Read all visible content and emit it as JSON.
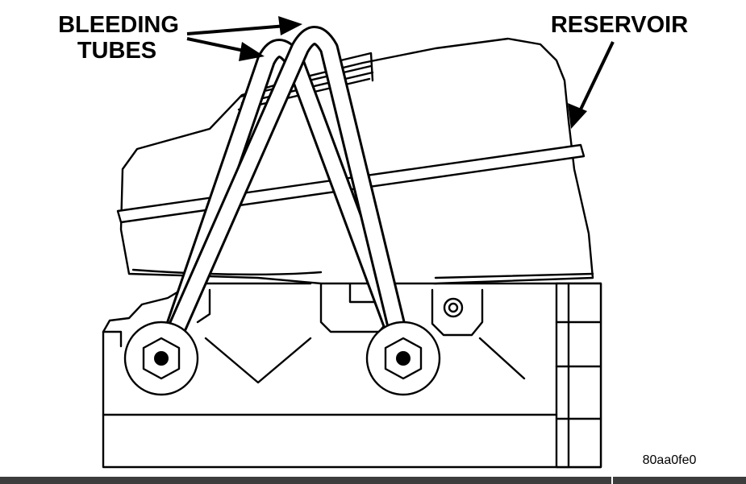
{
  "labels": {
    "bleeding_line1": "BLEEDING",
    "bleeding_line2": "TUBES",
    "reservoir": "RESERVOIR",
    "figure_code": "80aa0fe0"
  },
  "colors": {
    "ink": "#000000",
    "paper": "#ffffff",
    "bottom_bar": "#3d3d3d"
  }
}
